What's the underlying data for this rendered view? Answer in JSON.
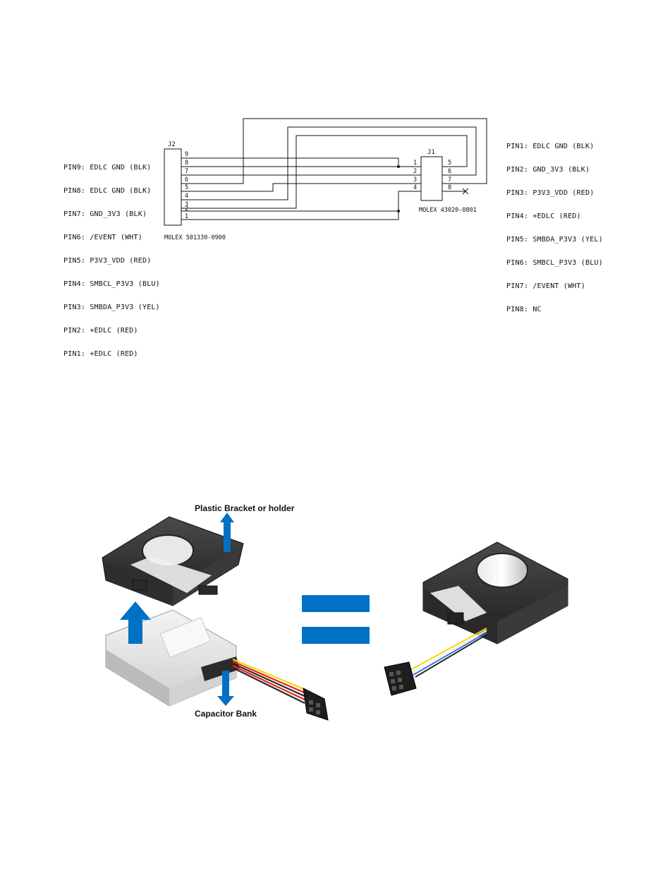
{
  "schematic": {
    "j2": {
      "label": "J2",
      "part": "MOLEX 501330-0900",
      "pin_numbers": [
        "9",
        "8",
        "7",
        "6",
        "5",
        "4",
        "3",
        "2",
        "1"
      ],
      "pins": [
        "PIN9: EDLC GND (BLK)",
        "PIN8: EDLC GND (BLK)",
        "PIN7: GND_3V3 (BLK)",
        "PIN6: /EVENT (WHT)",
        "PIN5: P3V3_VDD (RED)",
        "PIN4: SMBCL_P3V3 (BLU)",
        "PIN3: SMBDA_P3V3 (YEL)",
        "PIN2: +EDLC (RED)",
        "PIN1: +EDLC (RED)"
      ]
    },
    "j1": {
      "label": "J1",
      "part": "MOLEX 43020-0801",
      "left_pins": [
        "1",
        "2",
        "3",
        "4"
      ],
      "right_pins": [
        "5",
        "6",
        "7",
        "8"
      ],
      "pins": [
        "PIN1: EDLC GND (BLK)",
        "PIN2: GND_3V3 (BLK)",
        "PIN3: P3V3_VDD (RED)",
        "PIN4: +EDLC (RED)",
        "PIN5: SMBDA_P3V3 (YEL)",
        "PIN6: SMBCL_P3V3 (BLU)",
        "PIN7: /EVENT (WHT)",
        "PIN8: NC"
      ]
    }
  },
  "illustration": {
    "bracket_label": "Plastic Bracket or holder",
    "capacitor_label": "Capacitor Bank",
    "arrow_color": "#0071c5",
    "wire_colors": [
      "#f5d800",
      "#e52420",
      "#2a2a2a",
      "#e52420",
      "#2a2a2a",
      "#3a6fd8",
      "#ffffff"
    ]
  }
}
